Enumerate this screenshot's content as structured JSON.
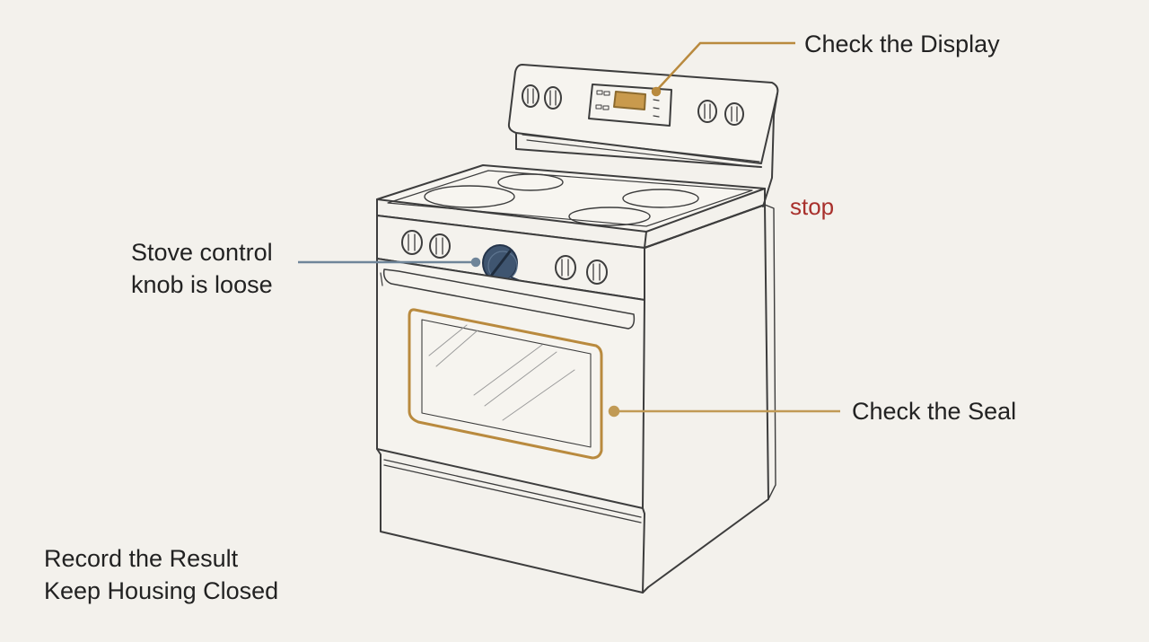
{
  "callouts": {
    "display": "Check the Display",
    "stop": "stop",
    "knob_line1": "Stove control",
    "knob_line2": "knob is loose",
    "seal": "Check the Seal"
  },
  "notes": {
    "line1": "Record the Result",
    "line2": "Keep Housing Closed"
  },
  "colors": {
    "background": "#f3f1ec",
    "sketch": "#3d3d3d",
    "display_callout": "#b98a3e",
    "knob_callout": "#6f8599",
    "seal_callout": "#c19a55",
    "stop_text": "#a8302c",
    "knob_fill": "#3f5570",
    "display_fill": "#c99a4d",
    "seal_outline": "#b98a3e"
  }
}
